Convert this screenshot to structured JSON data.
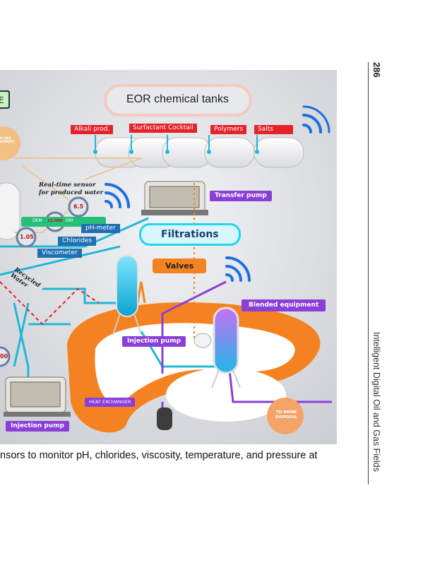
{
  "page": {
    "number": "286",
    "running_head": "Intelligent Digital Oil and Gas Fields",
    "caption": "nsors to monitor pH, chlorides, viscosity, temperature, and pressure at"
  },
  "figure": {
    "title": "EOR chemical tanks",
    "left_box_fragment": "E",
    "gas_treatment_fragment": "D GAS\nATMENT",
    "tank_labels": [
      "Alkali prod.",
      "Surfactant Cocktail",
      "Polymers",
      "Salts"
    ],
    "sensor_note": "Real-time sensor\nfor produced water",
    "gauges": [
      "6.5",
      "12.000",
      "1.05",
      "00"
    ],
    "dem_fragment": "DEM",
    "dri_fragment": "DRI",
    "meter_labels": [
      "pH-meter",
      "Chlorides",
      "Viscometer"
    ],
    "recycled_water": "Recycled\nWater",
    "filtrations": "Filtrations",
    "valves": "Valves",
    "transfer_pump": "Transfer pump",
    "blended_equipment": "Blended equipment",
    "injection_pump_center": "Injection pump",
    "injection_pump_left": "Injection pump",
    "heat_exchanger": "HEAT EXCHANGER",
    "brine_disposal": "TO BRINE\nDISPOSAL",
    "colors": {
      "orange": "#f58220",
      "cyan": "#1fb8d8",
      "purple": "#8a3fd8",
      "red": "#e4232b",
      "blue": "#1f6fb3"
    }
  }
}
